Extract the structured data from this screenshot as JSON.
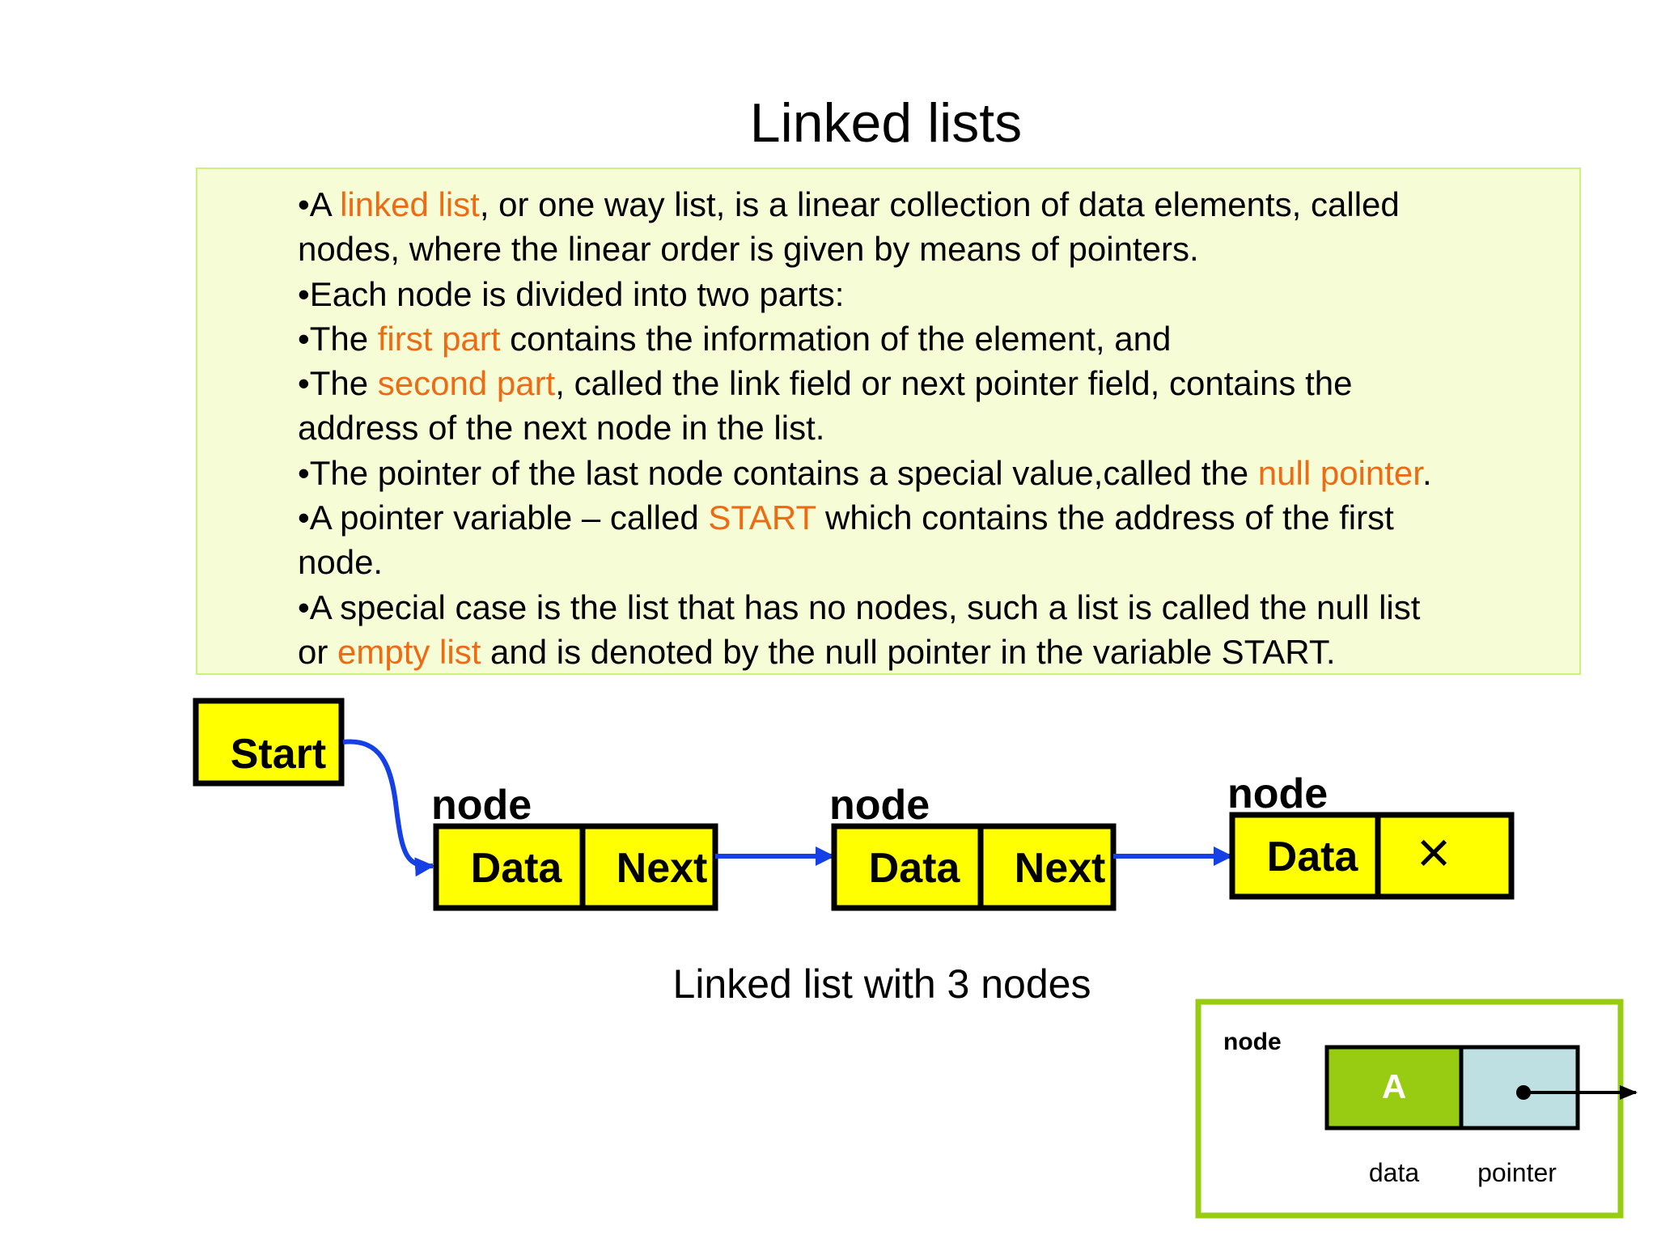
{
  "slide": {
    "title": "Linked lists",
    "bullets": [
      [
        {
          "t": "•A "
        },
        {
          "t": "linked list",
          "hl": true
        },
        {
          "t": ", or one way list, is a linear collection of data elements, called"
        }
      ],
      [
        {
          "t": "nodes, where the linear order is given by means of pointers."
        }
      ],
      [
        {
          "t": "•Each node is divided into two parts:"
        }
      ],
      [
        {
          "t": "•The "
        },
        {
          "t": "first part",
          "hl": true
        },
        {
          "t": " contains the information of the element, and"
        }
      ],
      [
        {
          "t": "•The "
        },
        {
          "t": "second part",
          "hl": true
        },
        {
          "t": ", called the link field or next pointer field, contains the"
        }
      ],
      [
        {
          "t": "address of the next node in the list."
        }
      ],
      [
        {
          "t": "•The pointer of the last node contains a special value,called the "
        },
        {
          "t": "null pointer",
          "hl": true
        },
        {
          "t": "."
        }
      ],
      [
        {
          "t": "•A pointer variable – called "
        },
        {
          "t": "START",
          "hl": true
        },
        {
          "t": " which contains the address of the first"
        }
      ],
      [
        {
          "t": "node."
        }
      ],
      [
        {
          "t": "•A special case is the list that has no nodes, such a list is called the null list"
        }
      ],
      [
        {
          "t": "or "
        },
        {
          "t": "empty list",
          "hl": true
        },
        {
          "t": " and is denoted by the null pointer in the variable START."
        }
      ]
    ],
    "caption": "Linked list with 3 nodes"
  },
  "diagram": {
    "start_label": "Start",
    "nodes": [
      {
        "label": "node",
        "data": "Data",
        "next": "Next"
      },
      {
        "label": "node",
        "data": "Data",
        "next": "Next"
      },
      {
        "label": "node",
        "data": "Data",
        "next": "×"
      }
    ]
  },
  "inset": {
    "node_label": "node",
    "data_value": "A",
    "data_caption": "data",
    "pointer_caption": "pointer"
  },
  "colors": {
    "highlight": "#ee6a13",
    "node_fill": "#ffff00",
    "arrow": "#1540e6",
    "text_box_fill": "#f6fcd5",
    "inset_border": "#97cc13",
    "inset_data_fill": "#97cc13",
    "inset_pointer_fill": "#bfe0e3"
  }
}
